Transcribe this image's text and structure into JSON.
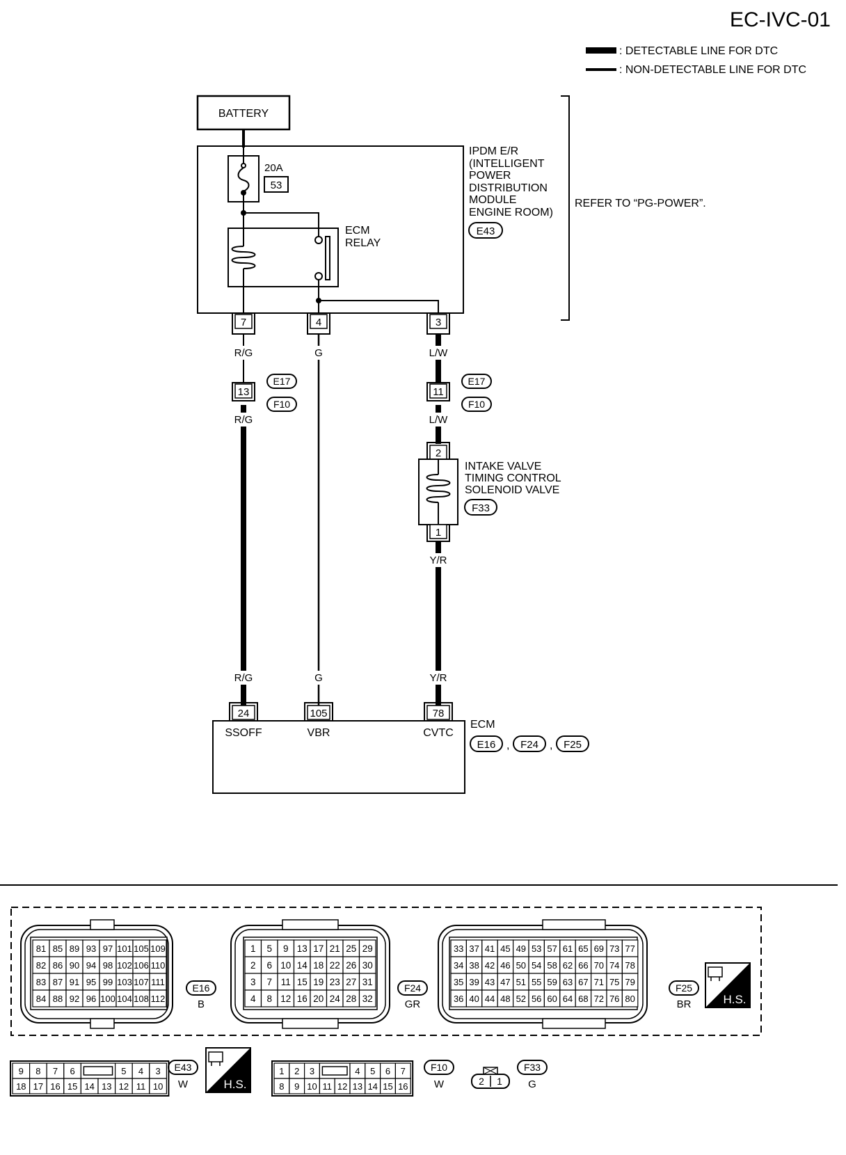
{
  "page_id": "EC-IVC-01",
  "legend": [
    {
      "text": ": DETECTABLE LINE FOR DTC"
    },
    {
      "text": ": NON-DETECTABLE LINE FOR DTC"
    }
  ],
  "battery": "BATTERY",
  "fuse": {
    "rating": "20A",
    "number": "53"
  },
  "ipdm": {
    "lines": [
      "IPDM E/R",
      "(INTELLIGENT",
      "POWER",
      "DISTRIBUTION",
      "MODULE",
      "ENGINE ROOM)"
    ],
    "connector": "E43",
    "refer": "REFER TO “PG-POWER”."
  },
  "relay": {
    "lines": [
      "ECM",
      "RELAY"
    ]
  },
  "ipdm_terminals": [
    "7",
    "4",
    "3"
  ],
  "wire_colors": {
    "rg": "R/G",
    "g": "G",
    "lw": "L/W",
    "yr": "Y/R"
  },
  "joint": {
    "left_pin": "13",
    "right_pin": "11",
    "upper": "E17",
    "lower": "F10"
  },
  "solenoid": {
    "lines": [
      "INTAKE VALVE",
      "TIMING CONTROL",
      "SOLENOID VALVE"
    ],
    "connector": "F33",
    "pin_top": "2",
    "pin_bottom": "1"
  },
  "ecm": {
    "label": "ECM",
    "connectors": [
      "E16",
      "F24",
      "F25"
    ],
    "separator": ",",
    "pins": [
      "24",
      "105",
      "78"
    ],
    "signals": [
      "SSOFF",
      "VBR",
      "CVTC"
    ]
  },
  "connector_views": {
    "e16": {
      "id": "E16",
      "color": "B",
      "rows": [
        [
          "81",
          "85",
          "89",
          "93",
          "97",
          "101",
          "105",
          "109"
        ],
        [
          "82",
          "86",
          "90",
          "94",
          "98",
          "102",
          "106",
          "110"
        ],
        [
          "83",
          "87",
          "91",
          "95",
          "99",
          "103",
          "107",
          "111"
        ],
        [
          "84",
          "88",
          "92",
          "96",
          "100",
          "104",
          "108",
          "112"
        ]
      ]
    },
    "f24": {
      "id": "F24",
      "color": "GR",
      "rows": [
        [
          "1",
          "5",
          "9",
          "13",
          "17",
          "21",
          "25",
          "29"
        ],
        [
          "2",
          "6",
          "10",
          "14",
          "18",
          "22",
          "26",
          "30"
        ],
        [
          "3",
          "7",
          "11",
          "15",
          "19",
          "23",
          "27",
          "31"
        ],
        [
          "4",
          "8",
          "12",
          "16",
          "20",
          "24",
          "28",
          "32"
        ]
      ]
    },
    "f25": {
      "id": "F25",
      "color": "BR",
      "rows": [
        [
          "33",
          "37",
          "41",
          "45",
          "49",
          "53",
          "57",
          "61",
          "65",
          "69",
          "73",
          "77"
        ],
        [
          "34",
          "38",
          "42",
          "46",
          "50",
          "54",
          "58",
          "62",
          "66",
          "70",
          "74",
          "78"
        ],
        [
          "35",
          "39",
          "43",
          "47",
          "51",
          "55",
          "59",
          "63",
          "67",
          "71",
          "75",
          "79"
        ],
        [
          "36",
          "40",
          "44",
          "48",
          "52",
          "56",
          "60",
          "64",
          "68",
          "72",
          "76",
          "80"
        ]
      ]
    },
    "hs": "H.S.",
    "e43": {
      "id": "E43",
      "color": "W",
      "top": [
        "9",
        "8",
        "7",
        "6",
        "",
        "5",
        "4",
        "3"
      ],
      "bottom": [
        "18",
        "17",
        "16",
        "15",
        "14",
        "13",
        "12",
        "11",
        "10"
      ]
    },
    "f10": {
      "id": "F10",
      "color": "W",
      "top": [
        "1",
        "2",
        "3",
        "",
        "4",
        "5",
        "6",
        "7"
      ],
      "bottom": [
        "8",
        "9",
        "10",
        "11",
        "12",
        "13",
        "14",
        "15",
        "16"
      ]
    },
    "f33": {
      "id": "F33",
      "color": "G",
      "pins": [
        "2",
        "1"
      ]
    }
  }
}
